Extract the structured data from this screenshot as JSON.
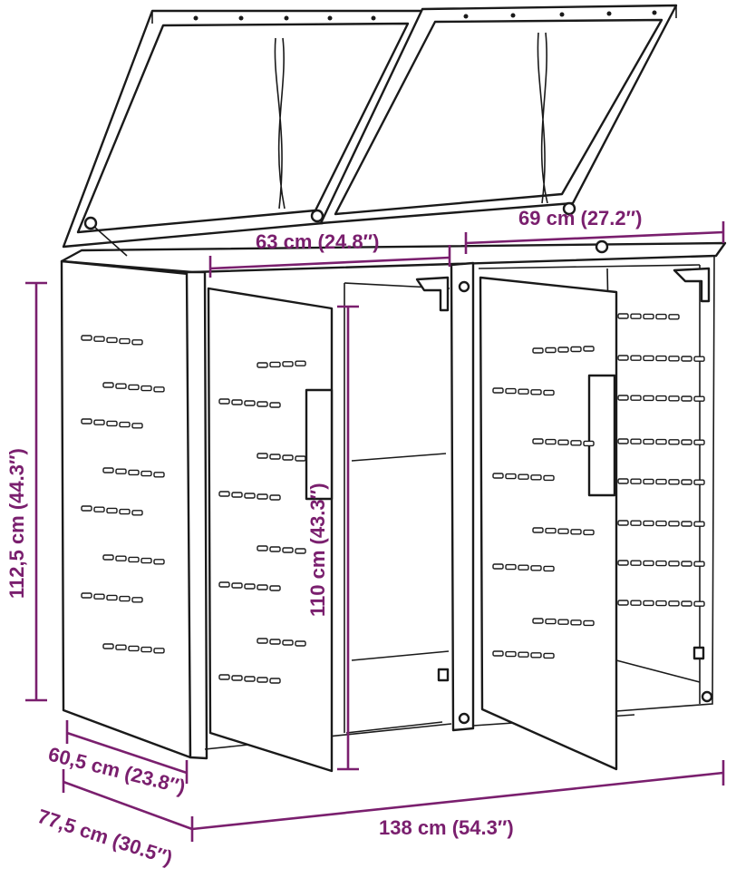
{
  "figure": {
    "accent_color": "#7a1f6e",
    "line_color": "#1a1a1a",
    "dimensions": {
      "lid_width_left": "63 cm (24.8″)",
      "lid_width_right": "69 cm (27.2″)",
      "total_height": "112,5 cm (44.3″)",
      "door_height": "110 cm (43.3″)",
      "depth_inner": "60,5 cm (23.8″)",
      "depth_outer": "77,5 cm (30.5″)",
      "total_width": "138 cm (54.3″)"
    }
  }
}
